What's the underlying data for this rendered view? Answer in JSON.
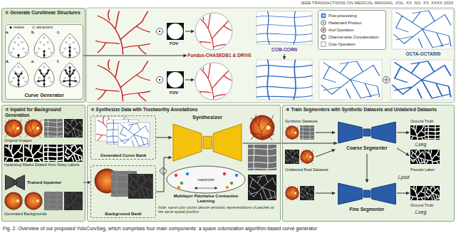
{
  "diagram": {
    "caption": "Fig. 2. Overview of our proposed YoloCurvSeg, which comprises four main components: a space colonization algorithm-based curve generator",
    "nodes": [
      {
        "text": [
          "① Generate Curvilinear Structures"
        ]
      },
      {
        "text": [
          "Curve Generator"
        ],
        "in": 0
      },
      {
        "text": [
          "Fundus-CHASEDB1 & DRIVE"
        ]
      },
      {
        "text": [
          "CCM-CORN"
        ]
      },
      {
        "text": [
          "OCTA-OCTA500"
        ]
      },
      {
        "text": [
          "② Inpaint for Background Generation"
        ]
      },
      {
        "text": [
          "Trained Inpainter"
        ],
        "in": 5
      },
      {
        "text": [
          "③ Synthesize Data with Trustworthy Annotations"
        ]
      },
      {
        "text": [
          "Generated Curve Bank"
        ],
        "in": 7
      },
      {
        "text": [
          "Background Bank"
        ],
        "in": 7
      },
      {
        "text": [
          "Synthesizer"
        ],
        "in": 7
      },
      {
        "text": [
          "maximize",
          "Multilayer Patchwise Contrastive Learning"
        ],
        "in": 7
      },
      {
        "text": [
          "④ Train Segmenters with Synthetic Datasets and Unlabeled Datasets"
        ]
      },
      {
        "text": [
          "Coarse Segmenter"
        ],
        "in": 12
      },
      {
        "text": [
          "Fine Segmenter"
        ],
        "in": 12
      }
    ],
    "edges": [
      {
        "from": 1,
        "to": 2,
        "arrow": "to"
      },
      {
        "from": 6,
        "to": 9,
        "arrow": "to"
      },
      {
        "from": 8,
        "to": 10,
        "arrow": "to"
      },
      {
        "from": 9,
        "to": 10,
        "arrow": "to"
      },
      {
        "from": 10,
        "to": 13,
        "arrow": "to"
      },
      {
        "from": 13,
        "to": 14,
        "arrow": "to"
      }
    ],
    "labels": [
      "IEEE TRANSACTIONS ON MEDICAL IMAGING, VOL. XX, NO. XX, XXXX 2025",
      "nodes",
      "attractors",
      "a.",
      "b.",
      "c.",
      "d.",
      "e.",
      "f.",
      "FOV",
      "FOV",
      "Original Images",
      "Inpainting Masks Dilated from Noisy Labels",
      "Generated Backgrounds",
      "Note: same color points denote semantic representations of patches at the same spatial position",
      "Synthetic Datasets",
      "Ground Truth",
      "ℒseg",
      "Unlabeled Real Datasets",
      "Pseudo Label",
      "ℒpsd",
      "Ground Truth",
      "ℒseg"
    ],
    "legend": [
      {
        "text": "Post-processing"
      },
      {
        "text": "Hadamard Product"
      },
      {
        "text": "And Operation"
      },
      {
        "text": "Channel-wise Concatenation"
      },
      {
        "text": "Crop Operation"
      }
    ]
  }
}
